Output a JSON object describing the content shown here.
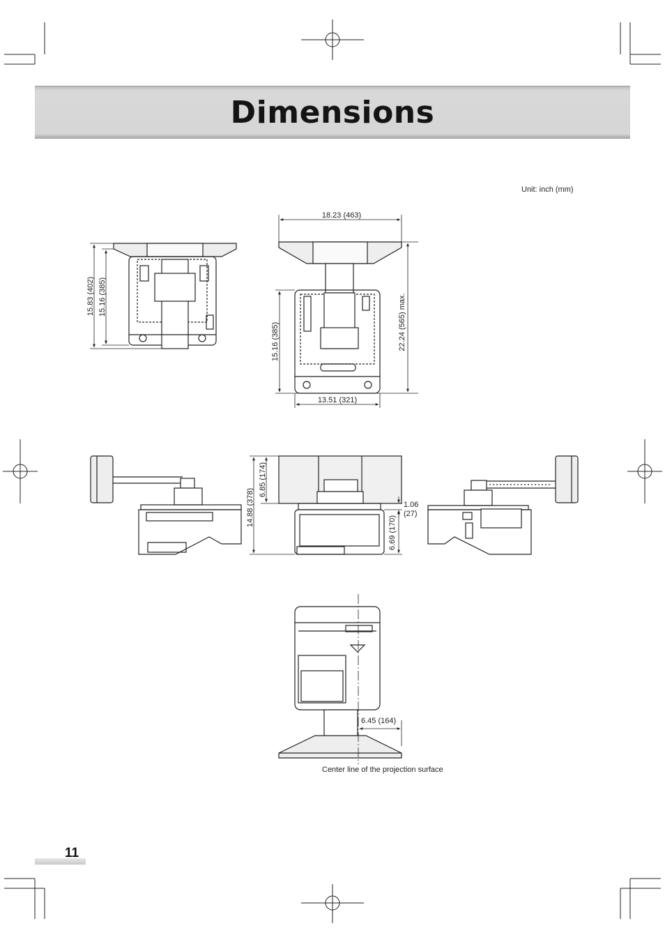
{
  "header": {
    "title": "Dimensions"
  },
  "unit_note": "Unit: inch (mm)",
  "page_number": "11",
  "top_left_view": {
    "overall_height": "15.83 (402)",
    "body_height": "15.16 (385)"
  },
  "top_right_view": {
    "bracket_width": "18.23 (463)",
    "body_height": "15.16 (385)",
    "max_height": "22.24 (565) max.",
    "body_width": "13.51 (321)"
  },
  "middle_view": {
    "total_height": "14.88 (378)",
    "bracket_height": "6.85 (174)",
    "gap_label": "1.06",
    "gap_mm": "(27)",
    "body_height": "6.69 (170)"
  },
  "bottom_view": {
    "offset": "6.45 (164)",
    "center_line_caption": "Center line of the projection surface"
  }
}
